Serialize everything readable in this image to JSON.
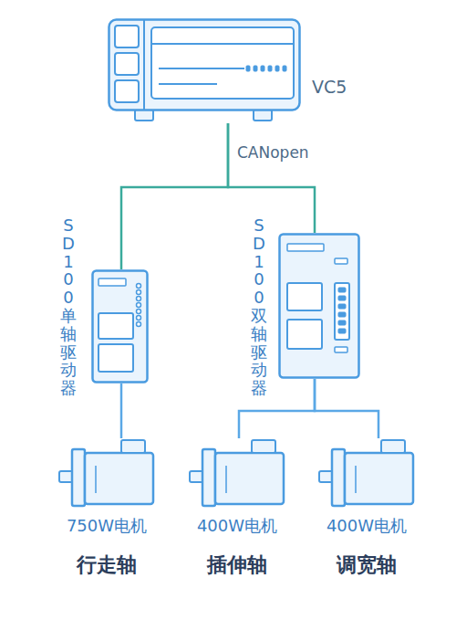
{
  "diagram": {
    "nodes": [
      {
        "text": [
          "VC5"
        ]
      },
      {
        "text": [
          "SD100单轴驱动器"
        ]
      },
      {
        "text": [
          "SD100双轴驱动器"
        ]
      },
      {
        "text": [
          "750W电机",
          "行走轴"
        ]
      },
      {
        "text": [
          "400W电机",
          "插伸轴"
        ]
      },
      {
        "text": [
          "400W电机",
          "调宽轴"
        ]
      }
    ],
    "edges": [
      {
        "from": 0,
        "to": 1,
        "arrow": "none",
        "label": "CANopen"
      },
      {
        "from": 0,
        "to": 2,
        "arrow": "none"
      },
      {
        "from": 1,
        "to": 3,
        "arrow": "none"
      },
      {
        "from": 2,
        "to": 4,
        "arrow": "none"
      },
      {
        "from": 2,
        "to": 5,
        "arrow": "none"
      }
    ]
  }
}
